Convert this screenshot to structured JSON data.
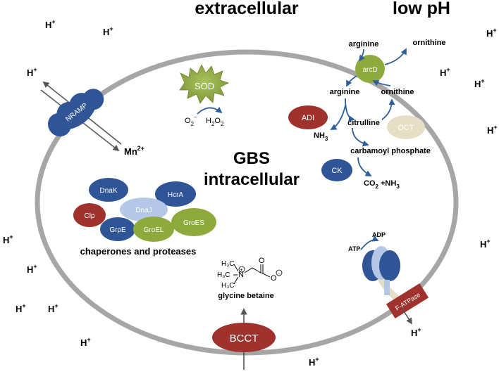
{
  "labels": {
    "extracellular": "extracellular",
    "low_ph": "low pH",
    "gbs": "GBS",
    "intracellular": "intracellular",
    "mn": "Mn",
    "mn_charge": "2+",
    "chaperones": "chaperones and proteases",
    "glycine_betaine": "glycine betaine"
  },
  "proton": {
    "symbol": "H",
    "charge": "+"
  },
  "transporters": {
    "nramp": "NRAMP",
    "bcct": "BCCT",
    "arcd": "arcD",
    "f_atpase": "F-ATPase",
    "atp": "ATP",
    "adp": "ADP"
  },
  "sod": {
    "name": "SOD",
    "o2": "O",
    "o2_sub": "2",
    "o2_sup": "−",
    "h2o2_h": "H",
    "h2o2_2a": "2",
    "h2o2_o": "O",
    "h2o2_2b": "2"
  },
  "adi_pathway": {
    "arginine_out": "arginine",
    "ornithine_out": "ornithine",
    "arginine_in": "arginine",
    "ornithine_in": "ornithine",
    "citrulline": "citrulline",
    "carbamoyl_phosphate": "carbamoyl phosphate",
    "nh3": "NH",
    "nh3_sub": "3",
    "co2_nh3_a": "CO",
    "co2_nh3_sub1": "2",
    "co2_nh3_b": " +NH",
    "co2_nh3_sub2": "3",
    "adi": "ADI",
    "oct": "OCT",
    "ck": "CK"
  },
  "chaperones": {
    "dnak": "DnaK",
    "hcra": "HcrA",
    "dnaj": "DnaJ",
    "clp": "Clp",
    "grpe": "GrpE",
    "groel": "GroEL",
    "groes": "GroES"
  },
  "betaine_atoms": {
    "h3c_top": "H₃C",
    "h3c_mid": "H₃C",
    "h3c_bot": "H₃C",
    "n": "N",
    "plus": "+",
    "o_top": "O",
    "o_right": "O",
    "minus": "−"
  },
  "colors": {
    "membrane": "#a6a6a6",
    "dark_blue": "#2f5597",
    "dark_red": "#a0322d",
    "olive_green": "#8faa3c",
    "light_blue": "#b4c7e7",
    "beige": "#e6dfc6",
    "arrow_blue": "#2e5f9a"
  }
}
